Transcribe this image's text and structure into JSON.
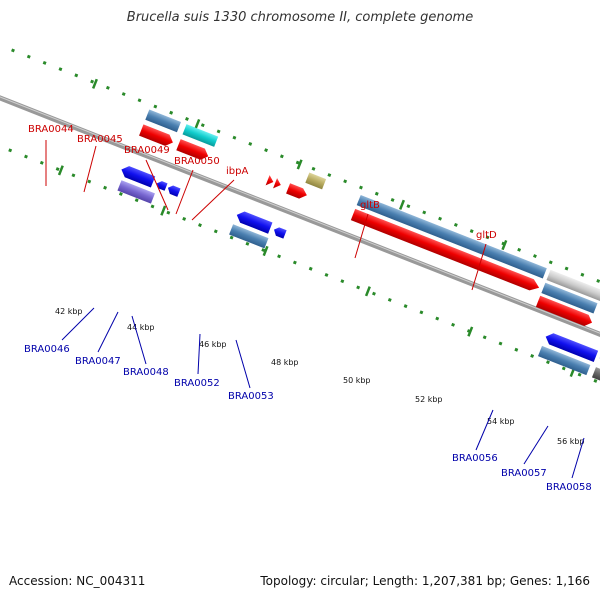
{
  "title": "Brucella suis 1330 chromosome II, complete genome",
  "footer": {
    "accession": "Accession: NC_004311",
    "summary": "Topology: circular; Length: 1,207,381 bp; Genes: 1,166"
  },
  "colors": {
    "forward_label": "#cc0000",
    "reverse_label": "#0000aa",
    "tick": "#2a8a2a",
    "backbone": "#888888"
  },
  "scale_labels": [
    "42 kbp",
    "44 kbp",
    "46 kbp",
    "48 kbp",
    "50 kbp",
    "52 kbp",
    "54 kbp",
    "56 kbp"
  ],
  "forward_genes": [
    "BRA0044",
    "BRA0045",
    "BRA0049",
    "BRA0050",
    "ibpA",
    "gltB",
    "gltD"
  ],
  "reverse_genes": [
    "BRA0046",
    "BRA0047",
    "BRA0048",
    "BRA0052",
    "BRA0053",
    "BRA0056",
    "BRA0057",
    "BRA0058"
  ]
}
